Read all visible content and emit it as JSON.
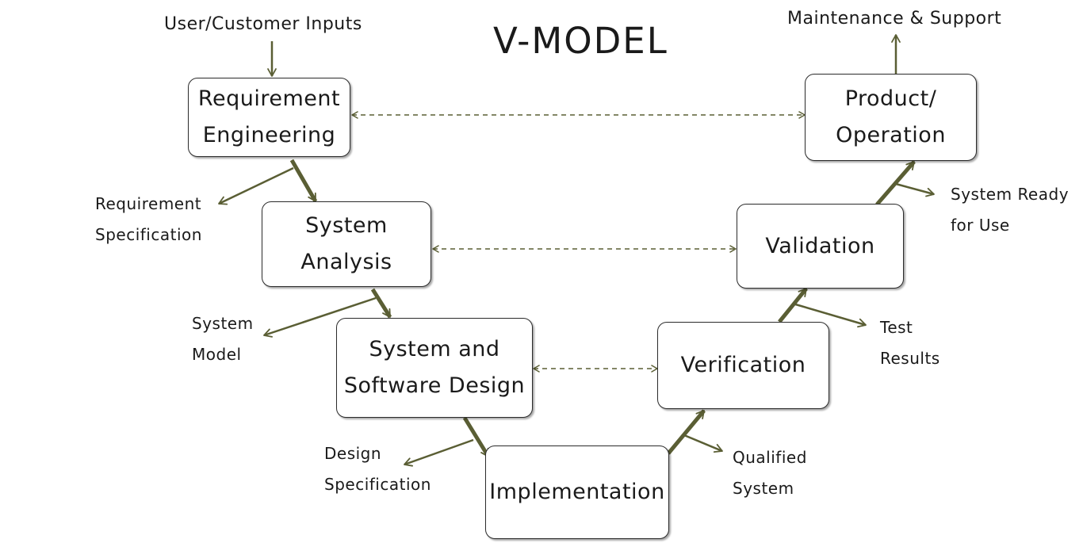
{
  "title": "V-MODEL",
  "phases": {
    "requirement_engineering": "Requirement\nEngineering",
    "system_analysis": "System\nAnalysis",
    "system_software_design": "System and\nSoftware Design",
    "implementation": "Implementation",
    "verification": "Verification",
    "validation": "Validation",
    "product_operation": "Product/\nOperation"
  },
  "outputs": {
    "user_inputs": "User/Customer Inputs",
    "maintenance": "Maintenance & Support",
    "requirement_spec": "Requirement\nSpecification",
    "system_model": "System\nModel",
    "design_spec": "Design\nSpecification",
    "qualified_system": "Qualified\nSystem",
    "test_results": "Test\nResults",
    "system_ready": "System Ready\nfor Use"
  },
  "colors": {
    "arrow": "#5a5e34",
    "box_border": "#2b2b2b"
  }
}
